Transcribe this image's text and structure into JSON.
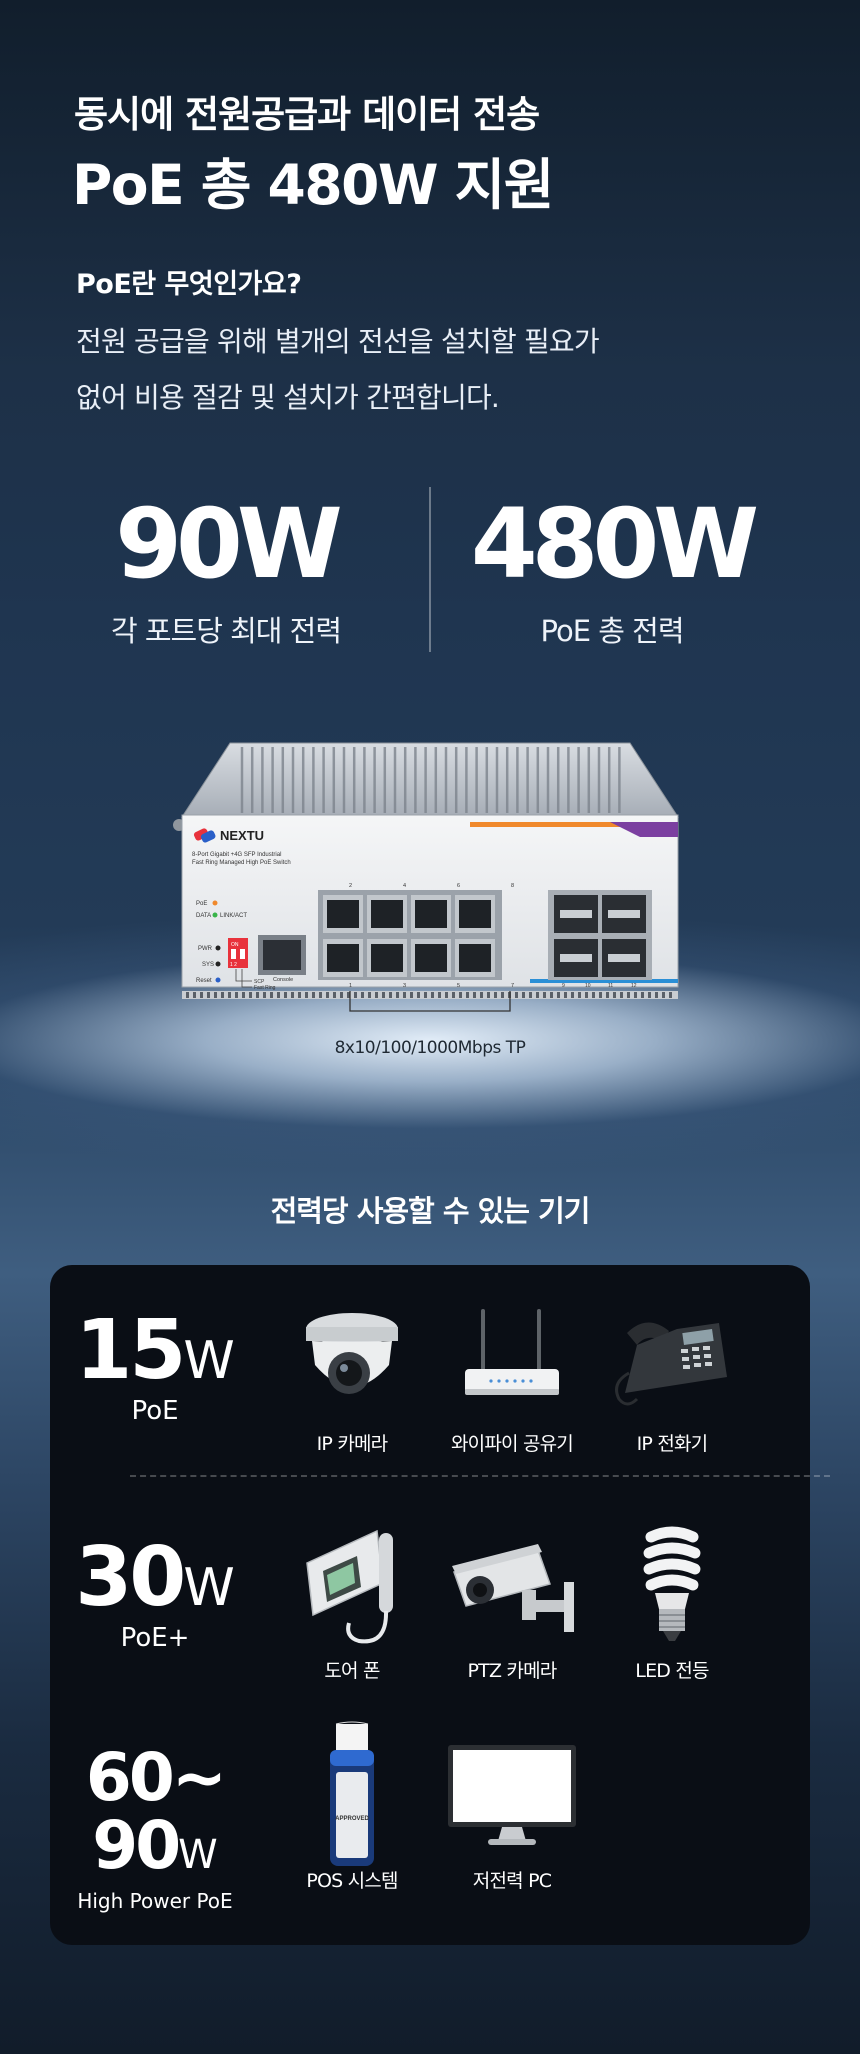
{
  "intro": {
    "line1": "동시에 전원공급과 데이터 전송",
    "line2": "PoE 총 480W 지원",
    "question": "PoE란 무엇인가요?",
    "answer_line1": "전원 공급을 위해 별개의 전선을 설치할 필요가",
    "answer_line2": "없어 비용 절감 및 설치가 간편합니다."
  },
  "stats": [
    {
      "value": "90W",
      "label": "각 포트당 최대 전력"
    },
    {
      "value": "480W",
      "label": "PoE 총 전력"
    }
  ],
  "product": {
    "brand": "NEXTU",
    "model_line1": "8-Port Gigabit +4G SFP Industrial",
    "model_line2": "Fast Ring Managed High PoE Switch",
    "led_poe": "PoE",
    "led_data": "DATA",
    "led_linkact": "LINK/ACT",
    "led_pwr": "PWR",
    "led_sys": "SYS",
    "led_reset": "Reset",
    "dip_on": "ON",
    "dip_12": "1 2",
    "console": "Console",
    "label_scp": "SCP",
    "label_fastring": "Fast Ring",
    "port_top": [
      "2",
      "4",
      "6",
      "8"
    ],
    "port_bottom": [
      "1",
      "3",
      "5",
      "7"
    ],
    "sfp_numbers": [
      "9",
      "10",
      "11",
      "12"
    ],
    "tp_caption": "8x10/100/1000Mbps TP"
  },
  "devices_heading": "전력당 사용할 수 있는 기기",
  "tiers": [
    {
      "power": "15",
      "unit": "W",
      "standard": "PoE",
      "devices": [
        {
          "name": "IP 카메라",
          "icon": "dome-camera-icon"
        },
        {
          "name": "와이파이 공유기",
          "icon": "wifi-router-icon"
        },
        {
          "name": "IP 전화기",
          "icon": "ip-phone-icon"
        }
      ]
    },
    {
      "power": "30",
      "unit": "W",
      "standard": "PoE+",
      "devices": [
        {
          "name": "도어 폰",
          "icon": "door-phone-icon"
        },
        {
          "name": "PTZ 카메라",
          "icon": "ptz-camera-icon"
        },
        {
          "name": "LED 전등",
          "icon": "led-bulb-icon"
        }
      ]
    },
    {
      "power_line1": "60~",
      "power_line2": "90",
      "unit": "W",
      "standard": "High Power PoE",
      "devices": [
        {
          "name": "POS 시스템",
          "icon": "pos-terminal-icon",
          "screen_text": "APPROVED"
        },
        {
          "name": "저전력 PC",
          "icon": "monitor-icon"
        }
      ]
    }
  ],
  "colors": {
    "accent_orange": "#f0892c",
    "accent_purple": "#7b3fa0",
    "accent_blue": "#2a8fd6",
    "dip_red": "#e8323c"
  }
}
